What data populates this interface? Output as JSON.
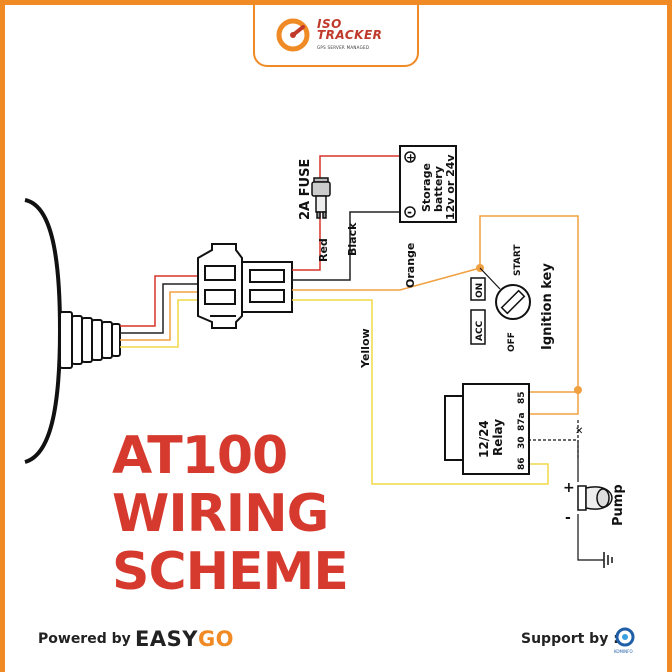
{
  "logo": {
    "line1": "ISO",
    "line2": "TRACKER",
    "tagline": "GPS SERVER MANAGED"
  },
  "title": {
    "line1": "AT100",
    "line2": "WIRING",
    "line3": "SCHEME"
  },
  "fuse_label": "2A FUSE",
  "battery": {
    "line1": "Storage",
    "line2": "battery",
    "line3": "12v or 24v",
    "plus": "+",
    "minus": "-"
  },
  "wires": {
    "red": "Red",
    "black": "Black",
    "orange": "Orange",
    "yellow": "Yellow"
  },
  "ignition": {
    "label": "Ignition key",
    "start": "START",
    "on": "ON",
    "acc": "ACC",
    "off": "OFF"
  },
  "relay": {
    "line1": "12/24",
    "line2": "Relay",
    "pin85": "85",
    "pin87a": "87a",
    "pin30": "30",
    "pin86": "86"
  },
  "pump": {
    "label": "Pump",
    "plus": "+",
    "minus": "-"
  },
  "footer": {
    "powered_by": "Powered by :",
    "easy": "EASY",
    "go": "GO",
    "support_by": "Support by :",
    "support_logo_text": "KOMINFO"
  },
  "colors": {
    "frame": "#f08a24",
    "title": "#d63a2e",
    "red_wire": "#d9342b",
    "black_wire": "#222222",
    "orange_wire": "#f0a040",
    "yellow_wire": "#f2d84a"
  }
}
